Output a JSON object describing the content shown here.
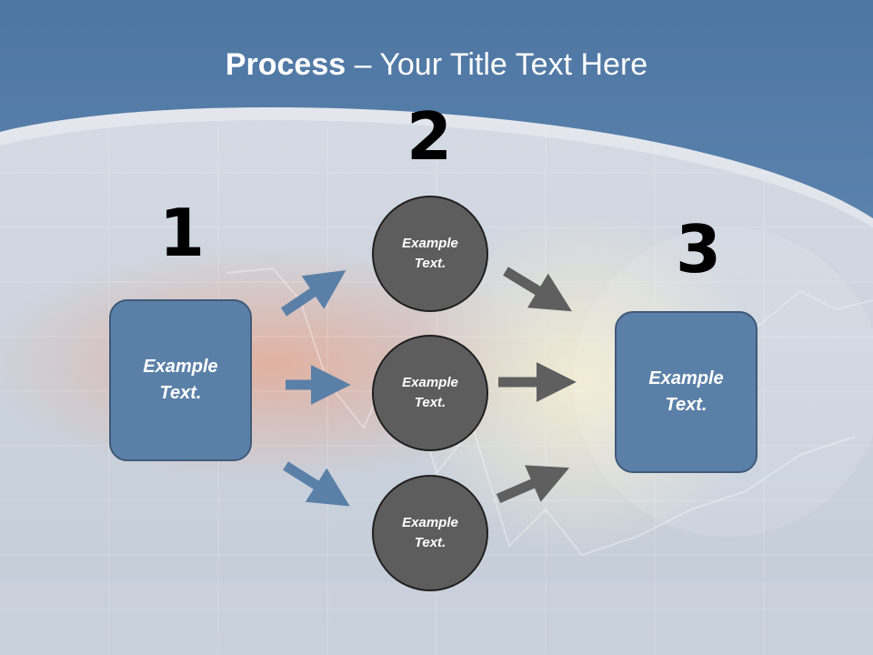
{
  "title": {
    "bold": "Process",
    "rest": " – Your Title Text Here"
  },
  "steps": {
    "one": "1",
    "two": "2",
    "three": "3"
  },
  "left_box": "Example\nText.",
  "right_box": "Example\nText.",
  "circles": [
    "Example\nText.",
    "Example\nText.",
    "Example\nText."
  ],
  "colors": {
    "header": "#4a73a0",
    "box_fill": "#5b80a8",
    "circle_fill": "#5d5d5d",
    "arrow_blue": "#5b80a8",
    "arrow_gray": "#5f5f5f"
  }
}
